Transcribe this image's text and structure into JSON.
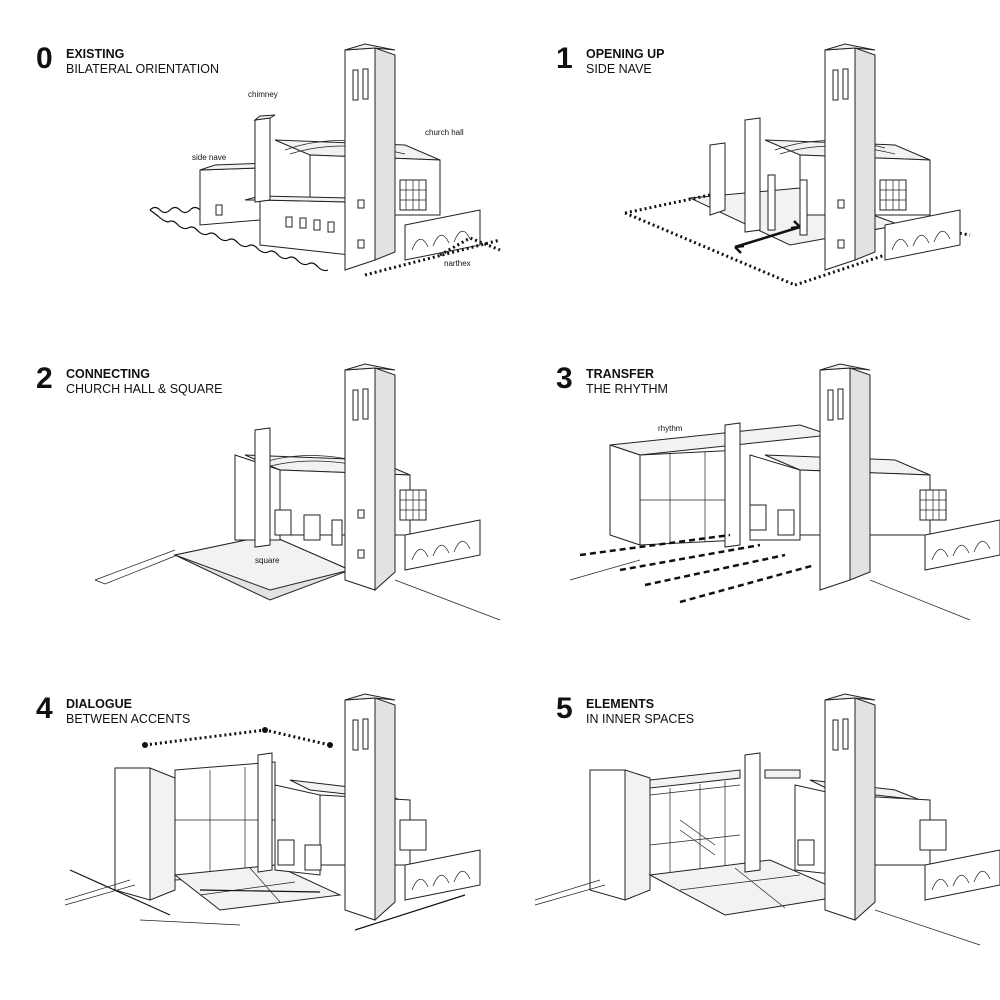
{
  "steps": [
    {
      "number": "0",
      "title": "EXISTING",
      "subtitle": "BILATERAL ORIENTATION"
    },
    {
      "number": "1",
      "title": "OPENING UP",
      "subtitle": "SIDE NAVE"
    },
    {
      "number": "2",
      "title": "CONNECTING",
      "subtitle": "CHURCH HALL & SQUARE"
    },
    {
      "number": "3",
      "title": "TRANSFER",
      "subtitle": "THE RHYTHM"
    },
    {
      "number": "4",
      "title": "DIALOGUE",
      "subtitle": "BETWEEN ACCENTS"
    },
    {
      "number": "5",
      "title": "ELEMENTS",
      "subtitle": "IN INNER SPACES"
    }
  ],
  "labels": {
    "chimney": "chimney",
    "church_hall": "church hall",
    "side_nave": "side nave",
    "narthex": "narthex",
    "square": "square",
    "rhythm": "rhythm"
  }
}
